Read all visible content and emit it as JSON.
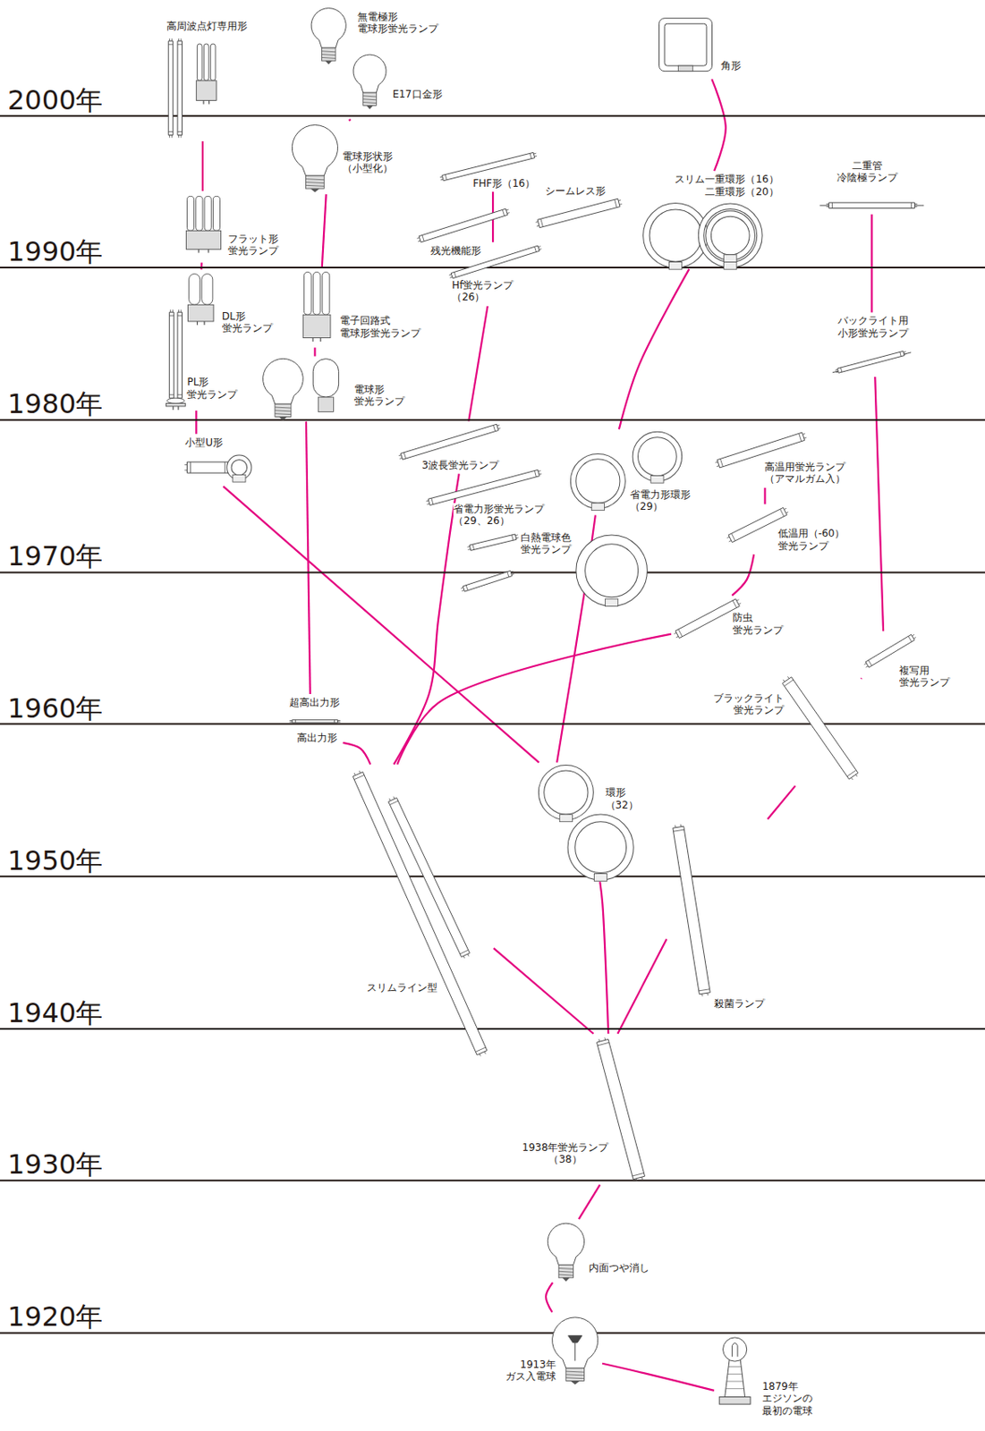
{
  "diagram": {
    "nodes": [
      {
        "text": [
          "高周波点灯専用形"
        ]
      },
      {
        "text": [
          "無電極形 電球形蛍光ランプ"
        ]
      },
      {
        "text": [
          "E17口金形"
        ]
      },
      {
        "text": [
          "角形"
        ]
      },
      {
        "text": [
          "電球形状形 （小型化）"
        ]
      },
      {
        "text": [
          "FHF形（16）"
        ]
      },
      {
        "text": [
          "シームレス形"
        ]
      },
      {
        "text": [
          "スリム一重環形（16） 二重環形（20）"
        ]
      },
      {
        "text": [
          "二重管 冷陰極ランプ"
        ]
      },
      {
        "text": [
          "残光機能形"
        ]
      },
      {
        "text": [
          "フラット形 蛍光ランプ"
        ]
      },
      {
        "text": [
          "Hf蛍光ランプ （26）"
        ]
      },
      {
        "text": [
          "DL形 蛍光ランプ"
        ]
      },
      {
        "text": [
          "電子回路式 電球形蛍光ランプ"
        ]
      },
      {
        "text": [
          "バックライト用 小形蛍光ランプ"
        ]
      },
      {
        "text": [
          "PL形 蛍光ランプ"
        ]
      },
      {
        "text": [
          "電球形 蛍光ランプ"
        ]
      },
      {
        "text": [
          "小型U形"
        ]
      },
      {
        "text": [
          "3波長蛍光ランプ"
        ]
      },
      {
        "text": [
          "省電力形環形 （29）"
        ]
      },
      {
        "text": [
          "高温用蛍光ランプ （アマルガム入）"
        ]
      },
      {
        "text": [
          "省電力形蛍光ランプ （29、26）"
        ]
      },
      {
        "text": [
          "白熱電球色 蛍光ランプ"
        ]
      },
      {
        "text": [
          "低温用（-60） 蛍光ランプ"
        ]
      },
      {
        "text": [
          "防虫 蛍光ランプ"
        ]
      },
      {
        "text": [
          "複写用 蛍光ランプ"
        ]
      },
      {
        "text": [
          "ブラックライト 蛍光ランプ"
        ]
      },
      {
        "text": [
          "超高出力形"
        ]
      },
      {
        "text": [
          "高出力形"
        ]
      },
      {
        "text": [
          "環形 （32）"
        ]
      },
      {
        "text": [
          "スリムライン型"
        ]
      },
      {
        "text": [
          "殺菌ランプ"
        ]
      },
      {
        "text": [
          "1938年蛍光ランプ （38）"
        ]
      },
      {
        "text": [
          "内面つや消し"
        ]
      },
      {
        "text": [
          "1913年 ガス入電球"
        ]
      },
      {
        "text": [
          "1879年 エジソンの 最初の電球"
        ]
      }
    ],
    "edges": [
      {
        "from": 35,
        "to": 34,
        "arrow": "none"
      },
      {
        "from": 34,
        "to": 33,
        "arrow": "none"
      },
      {
        "from": 33,
        "to": 32,
        "arrow": "none"
      },
      {
        "from": 32,
        "to": 30,
        "arrow": "none"
      },
      {
        "from": 32,
        "to": 29,
        "arrow": "none"
      },
      {
        "from": 32,
        "to": 31,
        "arrow": "none"
      },
      {
        "from": 31,
        "to": 26,
        "arrow": "none"
      },
      {
        "from": 30,
        "to": 28,
        "arrow": "none"
      },
      {
        "from": 30,
        "to": 24,
        "arrow": "none"
      },
      {
        "from": 30,
        "to": 18,
        "arrow": "none"
      },
      {
        "from": 29,
        "to": 17,
        "arrow": "none"
      },
      {
        "from": 29,
        "to": 19,
        "arrow": "none"
      },
      {
        "from": 19,
        "to": 7,
        "arrow": "none"
      },
      {
        "from": 18,
        "to": 11,
        "arrow": "none"
      },
      {
        "from": 11,
        "to": 5,
        "arrow": "none"
      },
      {
        "from": 24,
        "to": 23,
        "arrow": "none"
      },
      {
        "from": 23,
        "to": 20,
        "arrow": "none"
      },
      {
        "from": 26,
        "to": 25,
        "arrow": "none"
      },
      {
        "from": 25,
        "to": 14,
        "arrow": "none"
      },
      {
        "from": 14,
        "to": 8,
        "arrow": "none"
      },
      {
        "from": 7,
        "to": 3,
        "arrow": "none"
      },
      {
        "from": 17,
        "to": 15,
        "arrow": "none"
      },
      {
        "from": 12,
        "to": 10,
        "arrow": "none"
      },
      {
        "from": 10,
        "to": 0,
        "arrow": "none"
      },
      {
        "from": 16,
        "to": 13,
        "arrow": "none"
      },
      {
        "from": 13,
        "to": 4,
        "arrow": "none"
      },
      {
        "from": 4,
        "to": 2,
        "arrow": "none"
      },
      {
        "from": 27,
        "to": 16,
        "arrow": "none"
      }
    ],
    "labels": [
      "2000年",
      "1990年",
      "1980年",
      "1970年",
      "1960年",
      "1950年",
      "1940年",
      "1930年",
      "1920年"
    ]
  }
}
